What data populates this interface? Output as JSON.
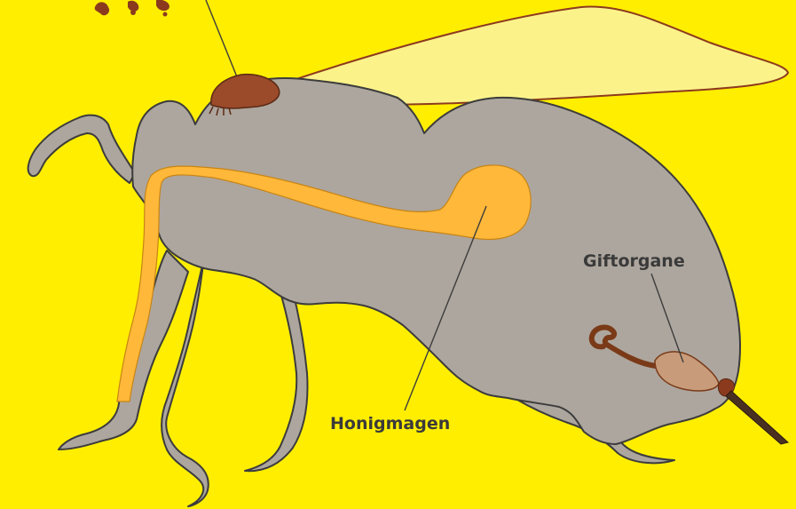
{
  "diagram": {
    "labels": {
      "honey_stomach": "Honigmagen",
      "venom_organs": "Giftorgane"
    },
    "colors": {
      "background": "#FFEE00",
      "body": "#ADA69E",
      "outline": "#3C3C3C",
      "wing": "#FBF38A",
      "wing_outline": "#8E3A1E",
      "digestive_tract": "#FFB83A",
      "gland": "#9B4A2A",
      "venom_organ": "#C89C7A"
    },
    "icons": [
      "bee-body-silhouette",
      "wing",
      "honey-stomach",
      "venom-organ",
      "stinger",
      "gland"
    ]
  }
}
